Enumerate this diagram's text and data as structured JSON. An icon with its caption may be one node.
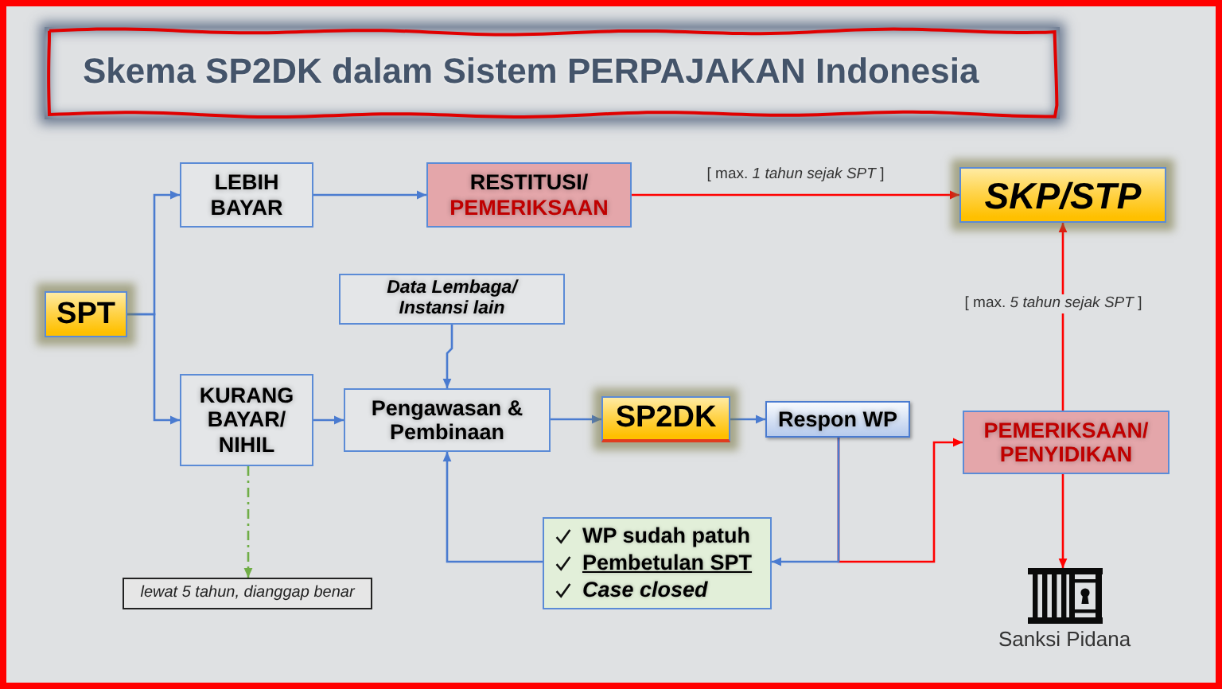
{
  "diagram": {
    "title": "Skema SP2DK dalam Sistem PERPAJAKAN Indonesia",
    "nodes": [
      {
        "text": [
          "SPT"
        ]
      },
      {
        "text": [
          "LEBIH BAYAR"
        ]
      },
      {
        "text": [
          "RESTITUSI/",
          "PEMERIKSAAN"
        ]
      },
      {
        "text": [
          "SKP/STP"
        ]
      },
      {
        "text": [
          "Data Lembaga/ Instansi lain"
        ]
      },
      {
        "text": [
          "KURANG BAYAR/ NIHIL"
        ]
      },
      {
        "text": [
          "Pengawasan & Pembinaan"
        ]
      },
      {
        "text": [
          "SP2DK"
        ]
      },
      {
        "text": [
          "Respon WP"
        ]
      },
      {
        "text": [
          "PEMERIKSAAN/ PENYIDIKAN"
        ]
      },
      {
        "text": [
          "WP sudah patuh",
          "Pembetulan SPT",
          "Case closed"
        ]
      },
      {
        "text": [
          "lewat 5 tahun, dianggap benar"
        ]
      },
      {
        "text": [],
        "shape": "picture",
        "beside": [
          "Sanksi Pidana"
        ]
      }
    ],
    "edges": [
      {
        "from": 0,
        "to": 1,
        "arrow": "to"
      },
      {
        "from": 0,
        "to": 5,
        "arrow": "to"
      },
      {
        "from": 1,
        "to": 2,
        "arrow": "to"
      },
      {
        "from": 2,
        "to": 3,
        "arrow": "to",
        "color": "#ff0000",
        "label": "[ max. *1 tahun sejak SPT* ]"
      },
      {
        "from": 4,
        "to": 6,
        "arrow": "to"
      },
      {
        "from": 5,
        "to": 6,
        "arrow": "to"
      },
      {
        "from": 5,
        "to": 11,
        "arrow": "to",
        "style": "dashed",
        "color": "#70ad47"
      },
      {
        "from": 6,
        "to": 7,
        "arrow": "to"
      },
      {
        "from": 7,
        "to": 8,
        "arrow": "to"
      },
      {
        "from": 8,
        "to": 10,
        "arrow": "to"
      },
      {
        "from": 8,
        "to": 9,
        "arrow": "to",
        "color": "#ff0000"
      },
      {
        "from": 10,
        "to": 6,
        "arrow": "to"
      },
      {
        "from": 9,
        "to": 3,
        "arrow": "to",
        "color": "#ff0000",
        "label": "[ max. *5 tahun sejak SPT* ]"
      },
      {
        "from": 9,
        "to": 12,
        "arrow": "to",
        "color": "#ff0000"
      }
    ]
  }
}
